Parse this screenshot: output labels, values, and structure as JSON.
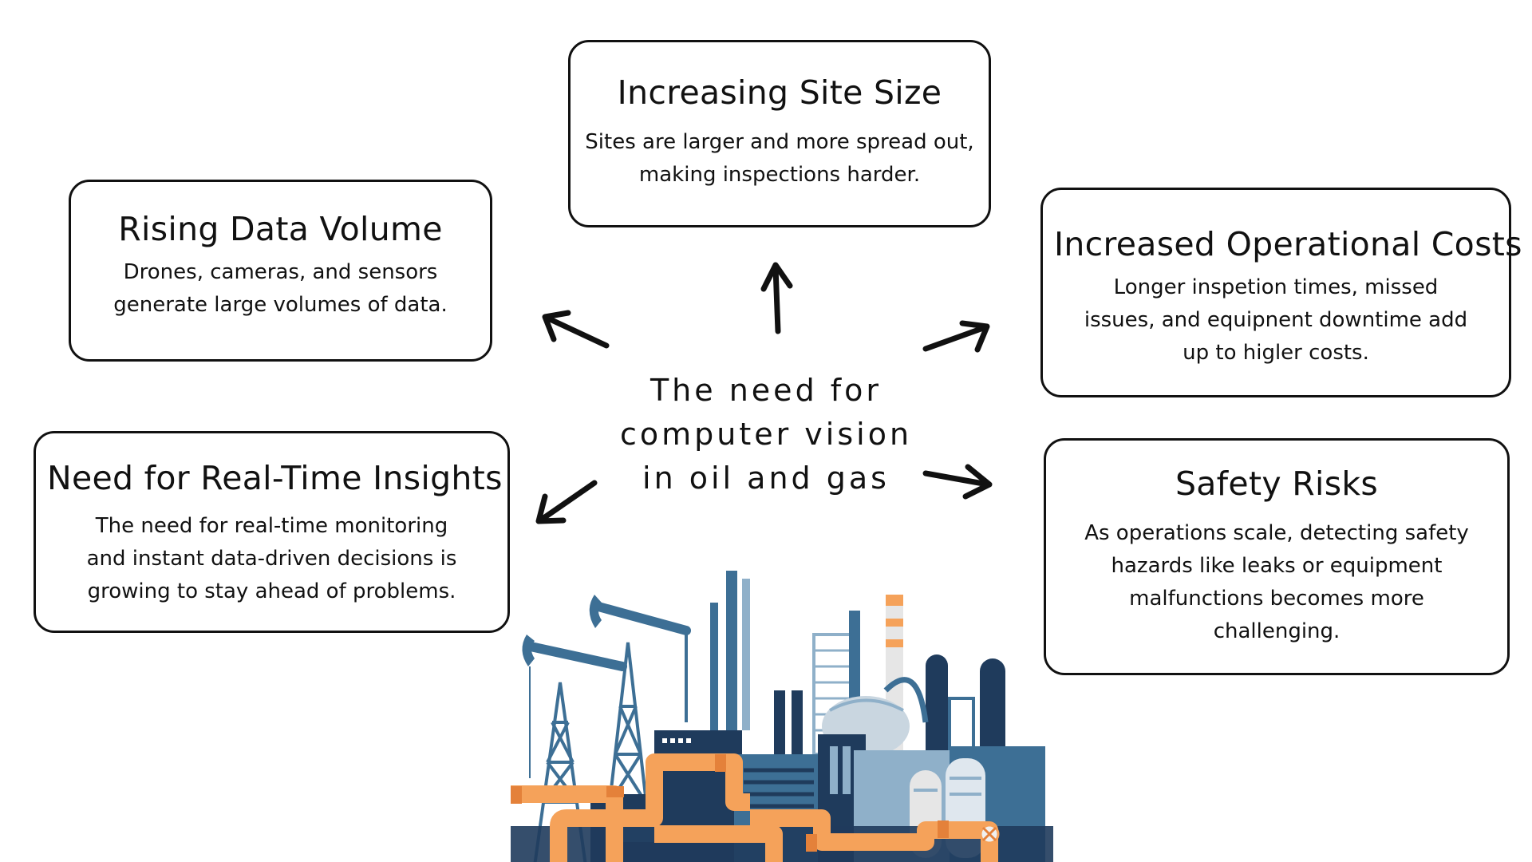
{
  "center": {
    "line1": "The need for",
    "line2": "computer vision",
    "line3": "in oil and gas"
  },
  "cards": {
    "site": {
      "title": "Increasing Site Size",
      "line1": "Sites are larger and more spread out,",
      "line2": "making inspections harder."
    },
    "data": {
      "title": "Rising Data Volume",
      "line1": "Drones, cameras, and sensors",
      "line2": "generate large volumes of data."
    },
    "costs": {
      "title": "Increased Operational Costs",
      "line1": "Longer inspetion times, missed",
      "line2": "issues, and equipnent downtime add",
      "line3": "up to higler costs."
    },
    "insights": {
      "title": "Need for Real-Time Insights",
      "line1": "The need for real-time monitoring",
      "line2": "and instant data-driven decisions is",
      "line3": "growing to stay ahead of problems."
    },
    "safety": {
      "title": "Safety Risks",
      "line1": "As operations scale, detecting safety",
      "line2": "hazards like leaks or equipment",
      "line3": "malfunctions becomes more",
      "line4": "challenging."
    }
  },
  "colors": {
    "ink": "#111111",
    "pipe": "#f5a25a",
    "steel_dark": "#1f3b5c",
    "steel_mid": "#3d6f95",
    "steel_light": "#8fb0c9",
    "tank_light": "#c9d6e0"
  }
}
